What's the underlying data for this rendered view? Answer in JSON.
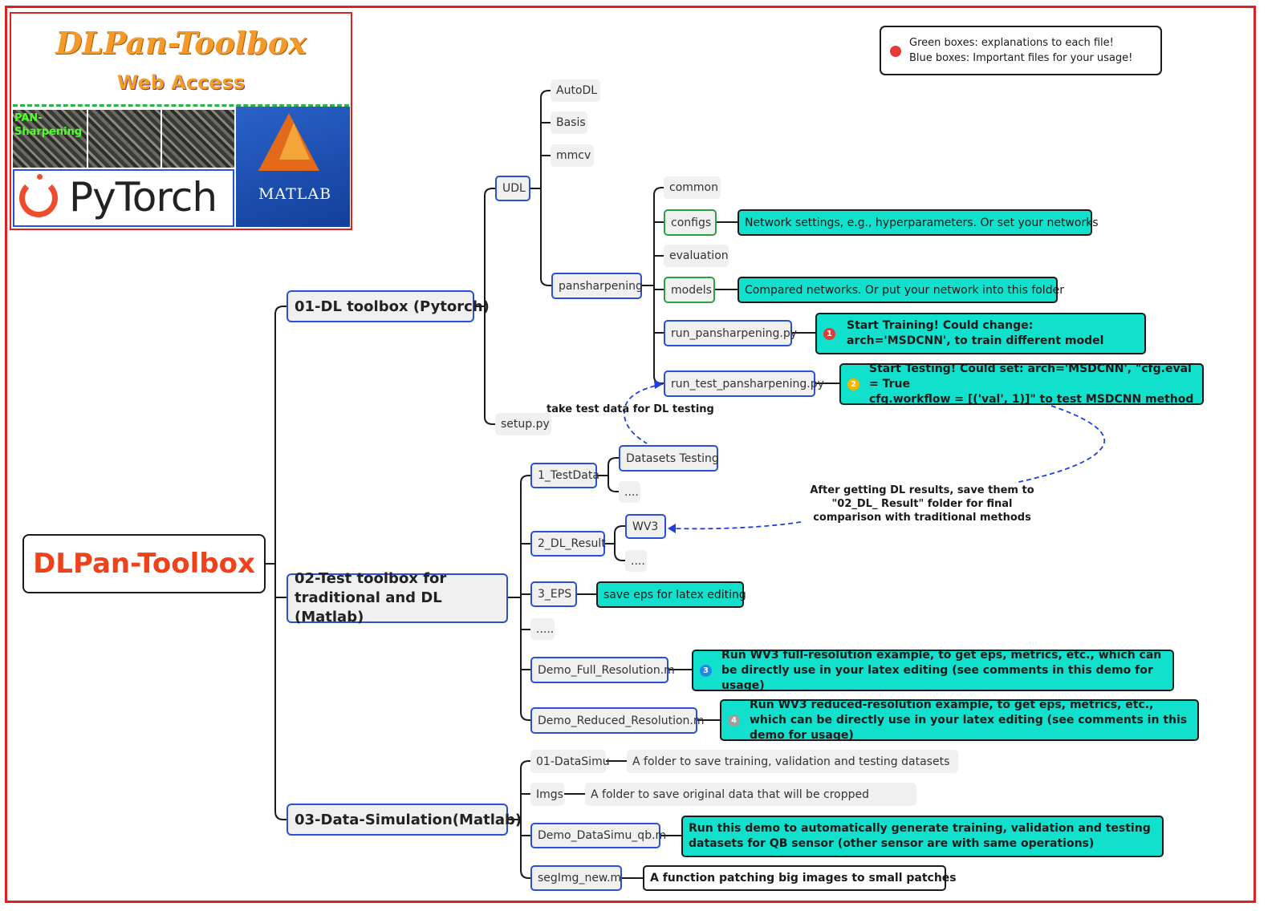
{
  "logo": {
    "title": "DLPan-Toolbox",
    "subtitle": "Web Access",
    "pan_label_1": "PAN-",
    "pan_label_2": "Sharpening",
    "pytorch": "PyTorch",
    "matlab": "MATLAB"
  },
  "legend": {
    "line1": "Green boxes:  explanations to each file!",
    "line2": "Blue boxes:  Important files for your usage!"
  },
  "root": "DLPan-Toolbox",
  "branch1": {
    "label": "01-DL toolbox (Pytorch)",
    "udl": "UDL",
    "autodl": "AutoDL",
    "basis": "Basis",
    "mmcv": "mmcv",
    "pansharpening": "pansharpening",
    "common": "common",
    "configs": "configs",
    "configs_note": "Network settings, e.g., hyperparameters. Or set your networks",
    "evaluation": "evaluation",
    "models": "models",
    "models_note": "Compared networks. Or put your network into this folder",
    "run_pan": "run_pansharpening.py",
    "run_pan_badge": "1",
    "run_pan_note": "Start Training! Could change: arch='MSDCNN', to train different model",
    "run_test": "run_test_pansharpening.py",
    "run_test_badge": "2",
    "run_test_note_1": "Start Testing!  Could set: arch='MSDCNN', \"cfg.eval = True",
    "run_test_note_2": "cfg.workflow = [('val', 1)]\" to test MSDCNN method",
    "setup": "setup.py"
  },
  "branch2": {
    "label": "02-Test toolbox for traditional and DL (Matlab)",
    "testdata": "1_TestData",
    "datasets_testing": "Datasets Testing",
    "ellipsis1": "....",
    "dl_result": "2_DL_Result",
    "wv3": "WV3",
    "ellipsis2": "....",
    "eps": "3_EPS",
    "eps_note": "save eps for latex editing",
    "ellipsis3": ".....",
    "demo_full": "Demo_Full_Resolution.m",
    "demo_full_badge": "3",
    "demo_full_note": "Run WV3 full-resolution example, to get eps, metrics, etc., which can be directly use in your latex editing (see comments in this demo for usage)",
    "demo_reduced": "Demo_Reduced_Resolution.m",
    "demo_reduced_badge": "4",
    "demo_reduced_note": "Run WV3 reduced-resolution example, to get eps, metrics, etc., which can be directly use in your latex editing (see comments in this demo for usage)"
  },
  "branch3": {
    "label": "03-Data-Simulation(Matlab)",
    "datasimu": "01-DataSimu",
    "datasimu_note": "A folder to save training, validation and testing datasets",
    "imgs": "Imgs",
    "imgs_note": "A folder to save original data that will be cropped",
    "demo_datasimu": "Demo_DataSimu_qb.m",
    "demo_datasimu_note": "Run this demo to automatically generate training, validation and testing datasets for QB sensor (other sensor are with same operations)",
    "segimg": "segImg_new.m",
    "segimg_note": "A function patching big images to small patches"
  },
  "annotations": {
    "take_test": "take test data  for DL testing",
    "after_results": "After getting DL results, save them to \"02_DL_ Result\" folder for final comparison with traditional methods"
  },
  "colors": {
    "frame": "#e02020",
    "root_text": "#f0421a",
    "teal": "#10e0cc",
    "blue_border": "#2a4fd8",
    "green_border": "#2ea043",
    "dashed_arrow": "#1f3fe0"
  }
}
